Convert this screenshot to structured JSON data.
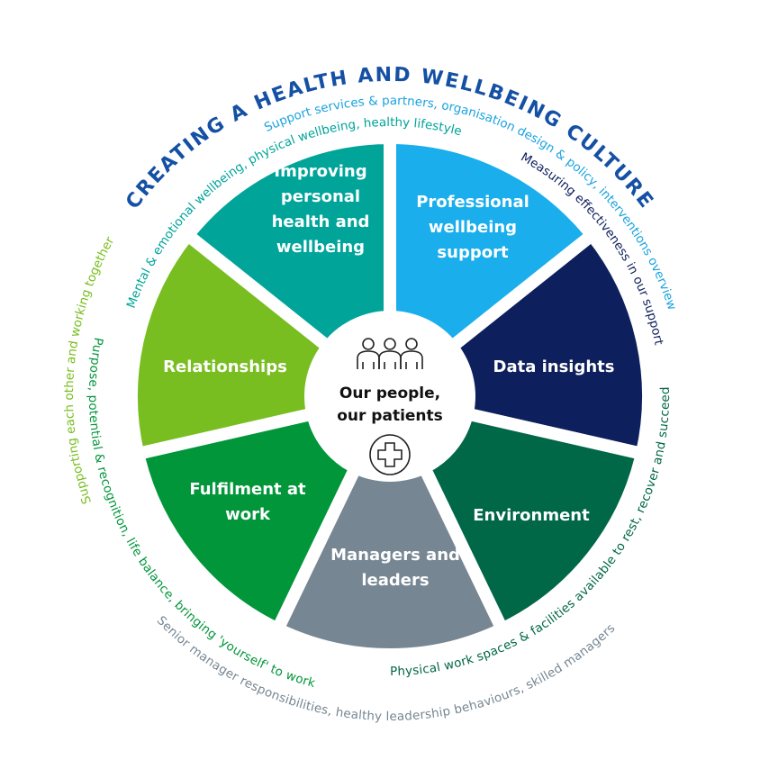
{
  "title": "CREATING A HEALTH AND WELLBEING CULTURE",
  "center": {
    "line1": "Our people,",
    "line2": "our patients",
    "top_icon": "people-group-icon",
    "bottom_icon": "medical-cross-icon"
  },
  "segments": [
    {
      "id": "professional",
      "lines": [
        "Professional",
        "wellbeing",
        "support"
      ],
      "color": "#1aaeec"
    },
    {
      "id": "data",
      "lines": [
        "Data insights"
      ],
      "color": "#0d1f5c"
    },
    {
      "id": "environment",
      "lines": [
        "Environment"
      ],
      "color": "#006747"
    },
    {
      "id": "managers",
      "lines": [
        "Managers and",
        "leaders"
      ],
      "color": "#768692"
    },
    {
      "id": "fulfilment",
      "lines": [
        "Fulfilment at",
        "work"
      ],
      "color": "#009639"
    },
    {
      "id": "relationships",
      "lines": [
        "Relationships"
      ],
      "color": "#78be20"
    },
    {
      "id": "personal",
      "lines": [
        "Improving",
        "personal",
        "health and",
        "wellbeing"
      ],
      "color": "#00a499"
    }
  ],
  "outer_labels": [
    {
      "id": "support-services",
      "text": "Support services & partners, organisation design & policy, interventions overview",
      "color": "#1aa3e0"
    },
    {
      "id": "mental",
      "text": "Mental & emotional wellbeing, physical wellbeing, healthy lifestyle",
      "color": "#00a499"
    },
    {
      "id": "measuring",
      "text": "Measuring effectiveness in our support",
      "color": "#0d1f5c"
    },
    {
      "id": "supporting",
      "text": "Supporting each other and working together",
      "color": "#78be20"
    },
    {
      "id": "purpose",
      "text": "Purpose, potential & recognition, life balance, bringing 'yourself' to work",
      "color": "#009639"
    },
    {
      "id": "senior",
      "text": "Senior manager responsibilities, healthy leadership behaviours, skilled managers",
      "color": "#768692"
    },
    {
      "id": "physical",
      "text": "Physical work spaces & facilities available to rest, recover and succeed",
      "color": "#006747"
    }
  ]
}
